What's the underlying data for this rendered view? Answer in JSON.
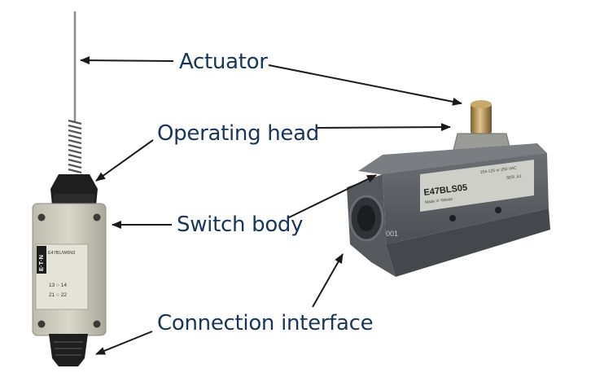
{
  "labels": {
    "actuator": "Actuator",
    "operating_head": "Operating head",
    "switch_body": "Switch body",
    "connection_interface": "Connection interface"
  },
  "left_switch": {
    "brand": "E·T·N",
    "model": "E47BL/W6N3",
    "terminals_top": "13 ○ 14",
    "terminals_bottom": "21 ○ 22"
  },
  "right_switch": {
    "model": "E47BLS05",
    "origin": "Made in Taiwan",
    "rating": "15A 125 or 250 VAC",
    "series": "SER. A1",
    "port_code": "001"
  },
  "colors": {
    "label": "#17365d",
    "arrow": "#1a1a1a",
    "body_gray": "#5e6266"
  }
}
